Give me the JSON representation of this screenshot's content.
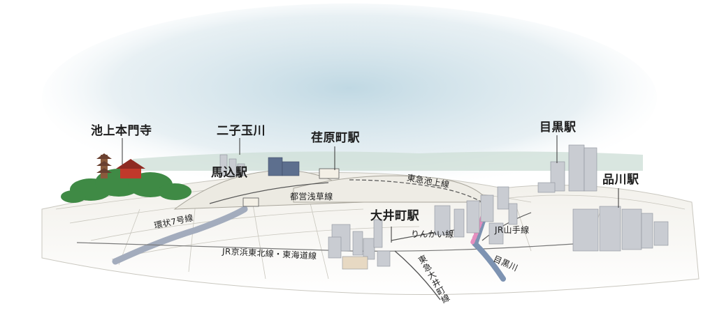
{
  "map": {
    "landmarks": {
      "ikegami": "池上本門寺",
      "futako": "二子玉川",
      "magome": "馬込駅",
      "ebara": "荏原町駅",
      "meguro_sta": "目黒駅",
      "shinagawa": "品川駅",
      "oimachi": "大井町駅"
    },
    "lines": {
      "ring7": "環状7号線",
      "asakusa": "都営浅草線",
      "ikegami_line": "東急池上線",
      "rinkai": "りんかい線",
      "yamanote": "JR山手線",
      "keihin": "JR京浜東北線・東海道線",
      "oimachi_line": "東急大井町線",
      "meguro_river": "目黒川"
    },
    "colors": {
      "sky": "#b9d4e0",
      "ground": "#eceae2",
      "road_line": "#8a8a8a",
      "river": "#7d93b2",
      "trees": "#3f8a45",
      "sakura": "#e58fbf",
      "building": "#c9ccd2"
    }
  }
}
